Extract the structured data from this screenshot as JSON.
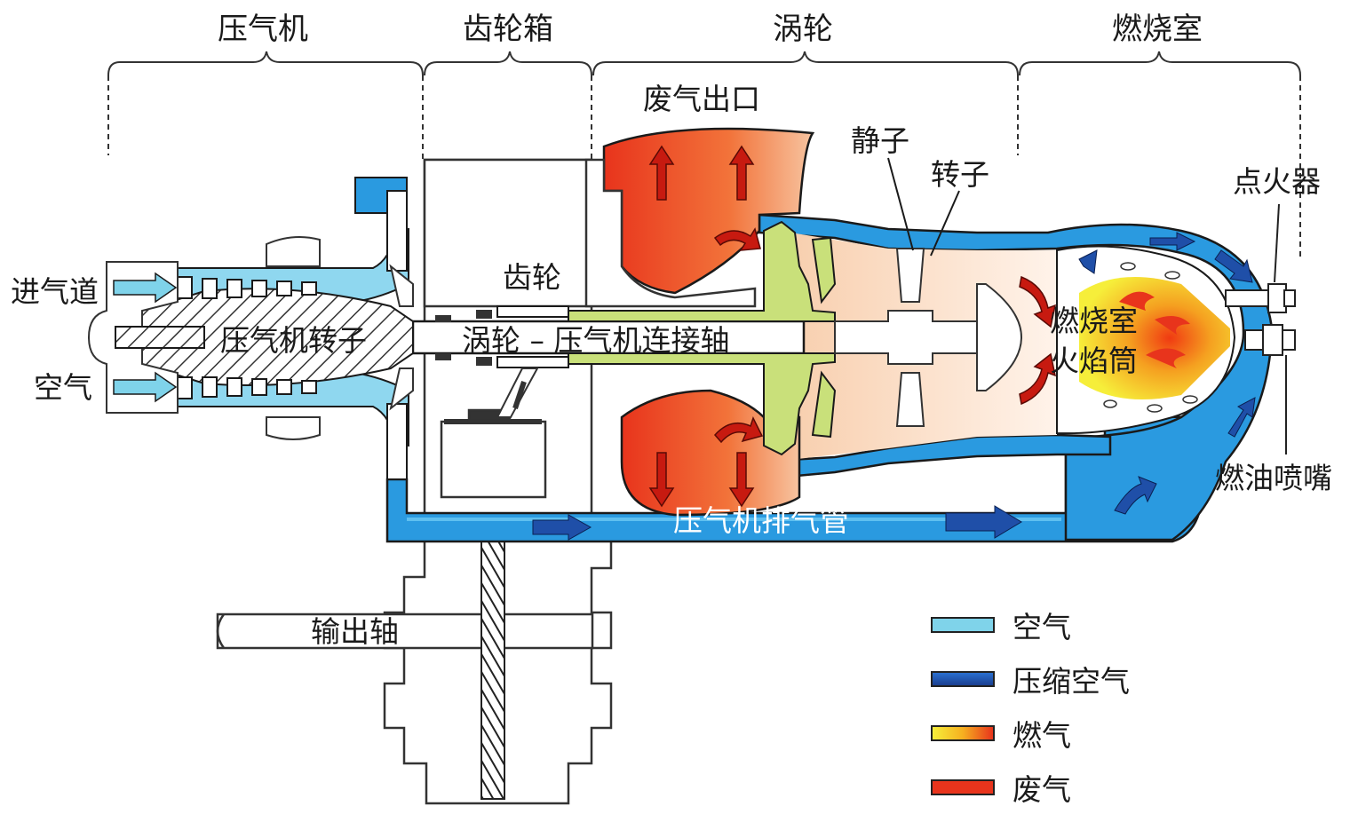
{
  "sections": {
    "compressor": "压气机",
    "gearbox": "齿轮箱",
    "turbine": "涡轮",
    "combustor": "燃烧室"
  },
  "labels": {
    "exhaust_outlet": "废气出口",
    "stator": "静子",
    "rotor": "转子",
    "igniter": "点火器",
    "inlet": "进气道",
    "air": "空气",
    "gear": "齿轮",
    "compressor_rotor": "压气机转子",
    "shaft": "涡轮 – 压气机连接轴",
    "liner_line1": "燃烧室",
    "liner_line2": "火焰筒",
    "fuel_nozzle": "燃油喷嘴",
    "discharge_duct": "压气机排气管",
    "output_shaft": "输出轴"
  },
  "legend": [
    {
      "label": "空气",
      "color": "#7fd3ea"
    },
    {
      "label": "压缩空气",
      "color": "#1f5fbf"
    },
    {
      "label": "燃气",
      "color": "#f0e040"
    },
    {
      "label": "废气",
      "color": "#e8341c"
    }
  ],
  "colors": {
    "air": "#7fd3ea",
    "compressed_air": "#2a8fdc",
    "compressed_air_dark": "#1f4fa8",
    "combustion_gas": "#f6ee3a",
    "exhaust": "#e8341c",
    "metal_green": "#c9e07a"
  }
}
